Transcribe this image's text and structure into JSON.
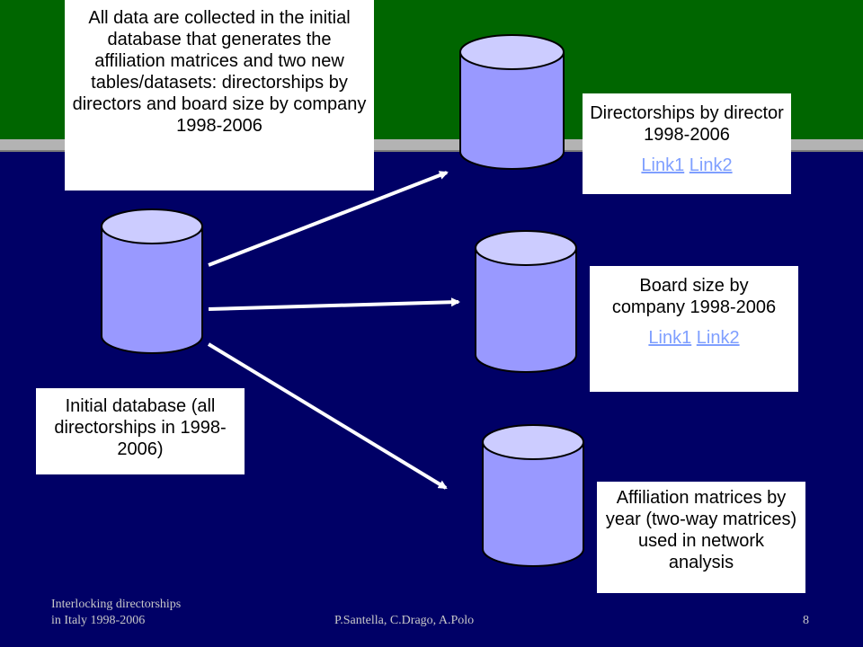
{
  "colors": {
    "background": "#000066",
    "header_band": "#006600",
    "header_rule": "#b3b3b3",
    "cylinder_fill": "#9999ff",
    "cylinder_top": "#ccccff",
    "link": "#7f9fff"
  },
  "boxes": {
    "intro": "All data are collected in the initial database that generates the affiliation matrices and two new tables/datasets: directorships by directors and board size by company 1998-2006",
    "initial_db": "Initial database (all directorships in 1998-2006)",
    "directorships": {
      "label": "Directorships by director 1998-2006",
      "link1": "Link1",
      "link2": "Link2"
    },
    "board_size": {
      "label": "Board size by company 1998-2006",
      "link1": "Link1",
      "link2": "Link2"
    },
    "affiliation": "Affiliation matrices by year (two-way matrices) used in network analysis"
  },
  "footer": {
    "title_line1": "Interlocking directorships",
    "title_line2": "in Italy 1998-2006",
    "authors": "P.Santella, C.Drago, A.Polo",
    "page_number": "8"
  }
}
